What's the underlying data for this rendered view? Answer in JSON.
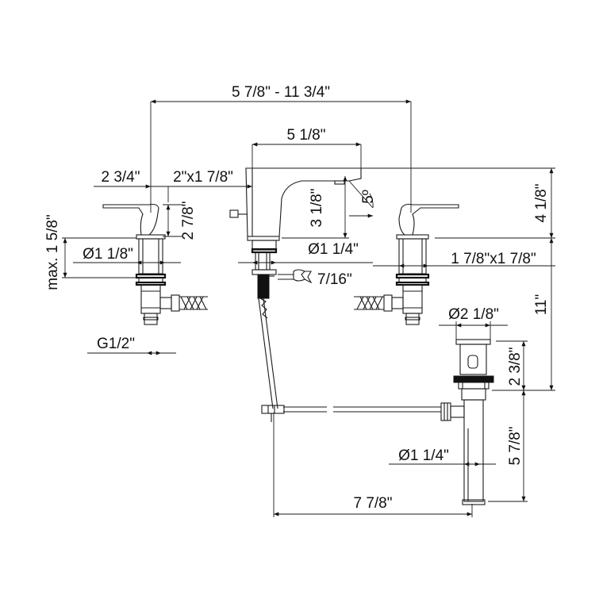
{
  "dimensions": {
    "overall_spread": "5 7/8\" - 11 3/4\"",
    "spout_reach": "5 1/8\"",
    "handle_reach": "2 3/4\"",
    "spout_base": "2\"x1 7/8\"",
    "handle_height": "2 7/8\"",
    "max_deck": "max. 1 5/8\"",
    "handle_shank": "Ø1 1/8\"",
    "spout_height": "3 1/8\"",
    "tilt_angle": "5º",
    "overall_height": "4 1/8\"",
    "spout_shank": "Ø1 1/4\"",
    "handle_base": "1 7/8\"x1 7/8\"",
    "wrench_size": "7/16\"",
    "overall_depth": "11\"",
    "drain_flange": "Ø2 1/8\"",
    "drain_flange_height": "2 3/8\"",
    "handle_thread": "G1/2\"",
    "tailpiece": "Ø1 1/4\"",
    "tailpiece_length": "5 7/8\"",
    "rod_length": "7 7/8\""
  },
  "icons": {
    "wrench": "wrench-icon"
  }
}
